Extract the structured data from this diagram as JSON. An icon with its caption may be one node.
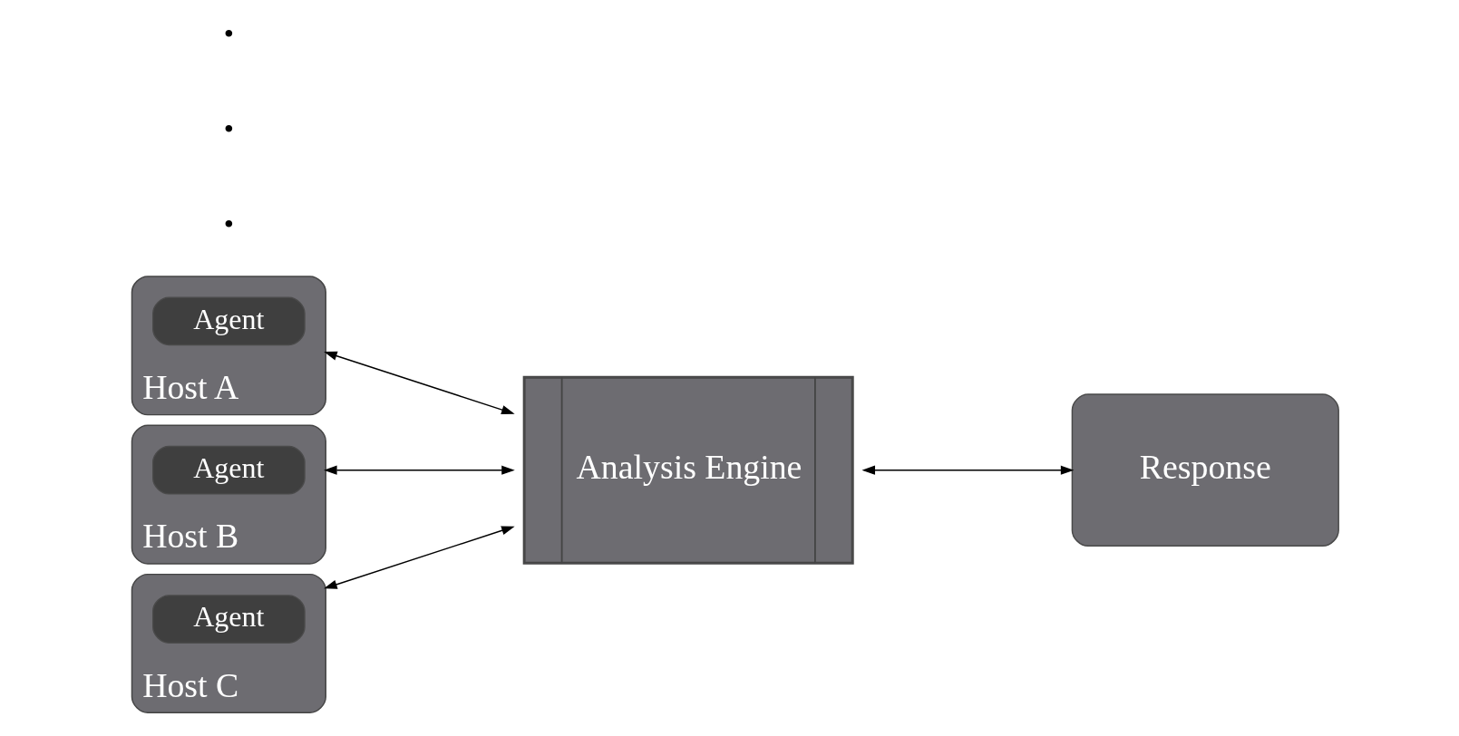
{
  "diagram": {
    "nodes": [
      {
        "text": [
          "Host A"
        ]
      },
      {
        "text": [
          "Agent"
        ],
        "in": 0
      },
      {
        "text": [
          "Host B"
        ]
      },
      {
        "text": [
          "Agent"
        ],
        "in": 2
      },
      {
        "text": [
          "Host C"
        ]
      },
      {
        "text": [
          "Agent"
        ],
        "in": 4
      },
      {
        "text": [
          "Analysis Engine"
        ]
      },
      {
        "text": [
          "Response"
        ]
      }
    ],
    "edges": [
      {
        "from": 0,
        "to": 6,
        "arrow": "both"
      },
      {
        "from": 2,
        "to": 6,
        "arrow": "both"
      },
      {
        "from": 4,
        "to": 6,
        "arrow": "both"
      },
      {
        "from": 6,
        "to": 7,
        "arrow": "both"
      }
    ],
    "labels": [
      "•",
      "•",
      "•"
    ]
  }
}
